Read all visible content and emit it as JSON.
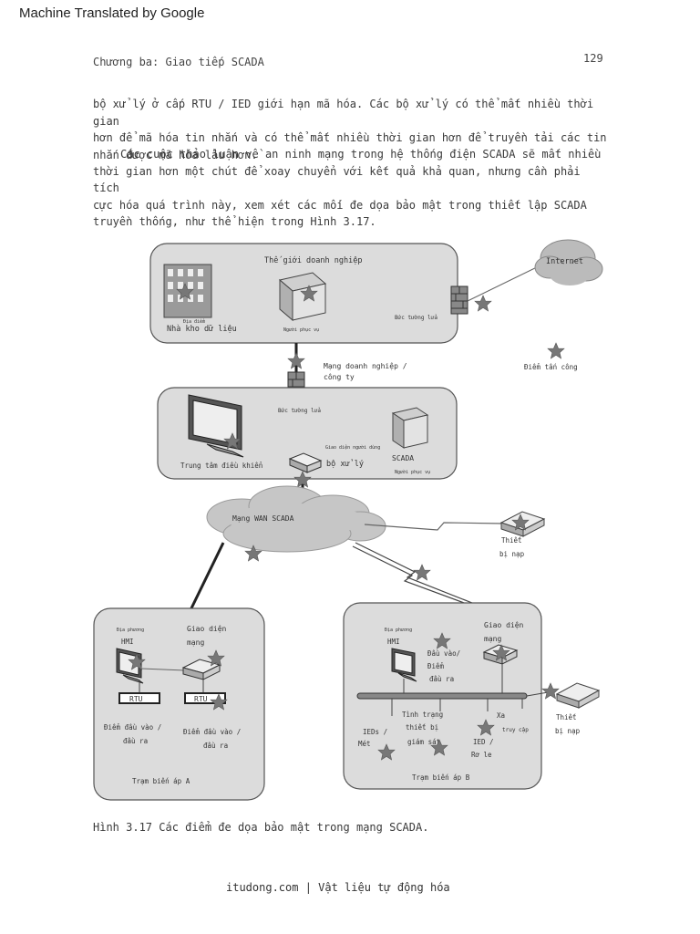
{
  "banner": "Machine Translated by Google",
  "header": {
    "chapter": "Chương ba: Giao tiếp SCADA",
    "page": "129"
  },
  "paragraphs": [
    [
      "bộ xử lý ở cấp RTU / IED giới hạn mã hóa. Các bộ xử lý có thể mất nhiều thời gian",
      "hơn để mã hóa tin nhắn và có thể mất nhiều thời gian hơn để truyền tải các tin",
      "nhắn được mã hóa lâu hơn."
    ],
    [
      "Các cuộc thảo luận về an ninh mạng trong hệ thống điện SCADA sẽ mất nhiều",
      "thời gian hơn một chút để xoay chuyển với kết quả khả quan, nhưng cần phải tích",
      "cực hóa quá trình này, xem xét các mối đe dọa bảo mật trong thiết lập SCADA",
      "truyền thống, như thể hiện trong Hình 3.17."
    ]
  ],
  "figure": {
    "enterprise": {
      "title": "Thế giới doanh nghiệp",
      "datastore_small": "Địa điểm",
      "datastore": "Nhà kho dữ liệu",
      "server_small": "Người phục vụ",
      "firewall": "Bức tường lửa"
    },
    "internet": "Internet",
    "attack_point": "Điểm tấn công",
    "corp_network": [
      "Mạng doanh nghiệp /",
      "công ty"
    ],
    "control": {
      "firewall": "Bức tường lửa",
      "center": "Trung tâm điều khiển",
      "hmi_small": "Giao diện người dùng",
      "processor": "bộ xử lý",
      "scada": "SCADA",
      "server_small": "Người phục vụ"
    },
    "wan": "Mạng WAN SCADA",
    "field_device": [
      "Thiết",
      "bị nạp"
    ],
    "sub_a": {
      "local": "Địa phương",
      "hmi": "HMI",
      "netif": [
        "Giao diện",
        "mạng"
      ],
      "rtu1": "RTU",
      "rtu2": "RTU",
      "io1": [
        "Điểm đầu vào /",
        "đầu ra"
      ],
      "io2": [
        "Điểm đầu vào /",
        "đầu ra"
      ],
      "title": "Trạm biến áp A"
    },
    "sub_b": {
      "local": "Địa phương",
      "hmi": "HMI",
      "io": [
        "Đầu vào/",
        "Điểm",
        "đầu ra"
      ],
      "netif": [
        "Giao diện",
        "mạng"
      ],
      "status": [
        "Tình trạng",
        "thiết bị",
        "giám sát"
      ],
      "ieds": [
        "IEDs /",
        "Mét"
      ],
      "remote": "Xa",
      "access": "truy cập",
      "ied_relay": [
        "IED /",
        "Rơ le"
      ],
      "title": "Trạm biến áp B"
    },
    "field_device_b": [
      "Thiết",
      "bị nạp"
    ]
  },
  "caption": "Hình 3.17 Các điểm đe dọa bảo mật trong mạng SCADA.",
  "footer": "itudong.com | Vật liệu tự động hóa"
}
